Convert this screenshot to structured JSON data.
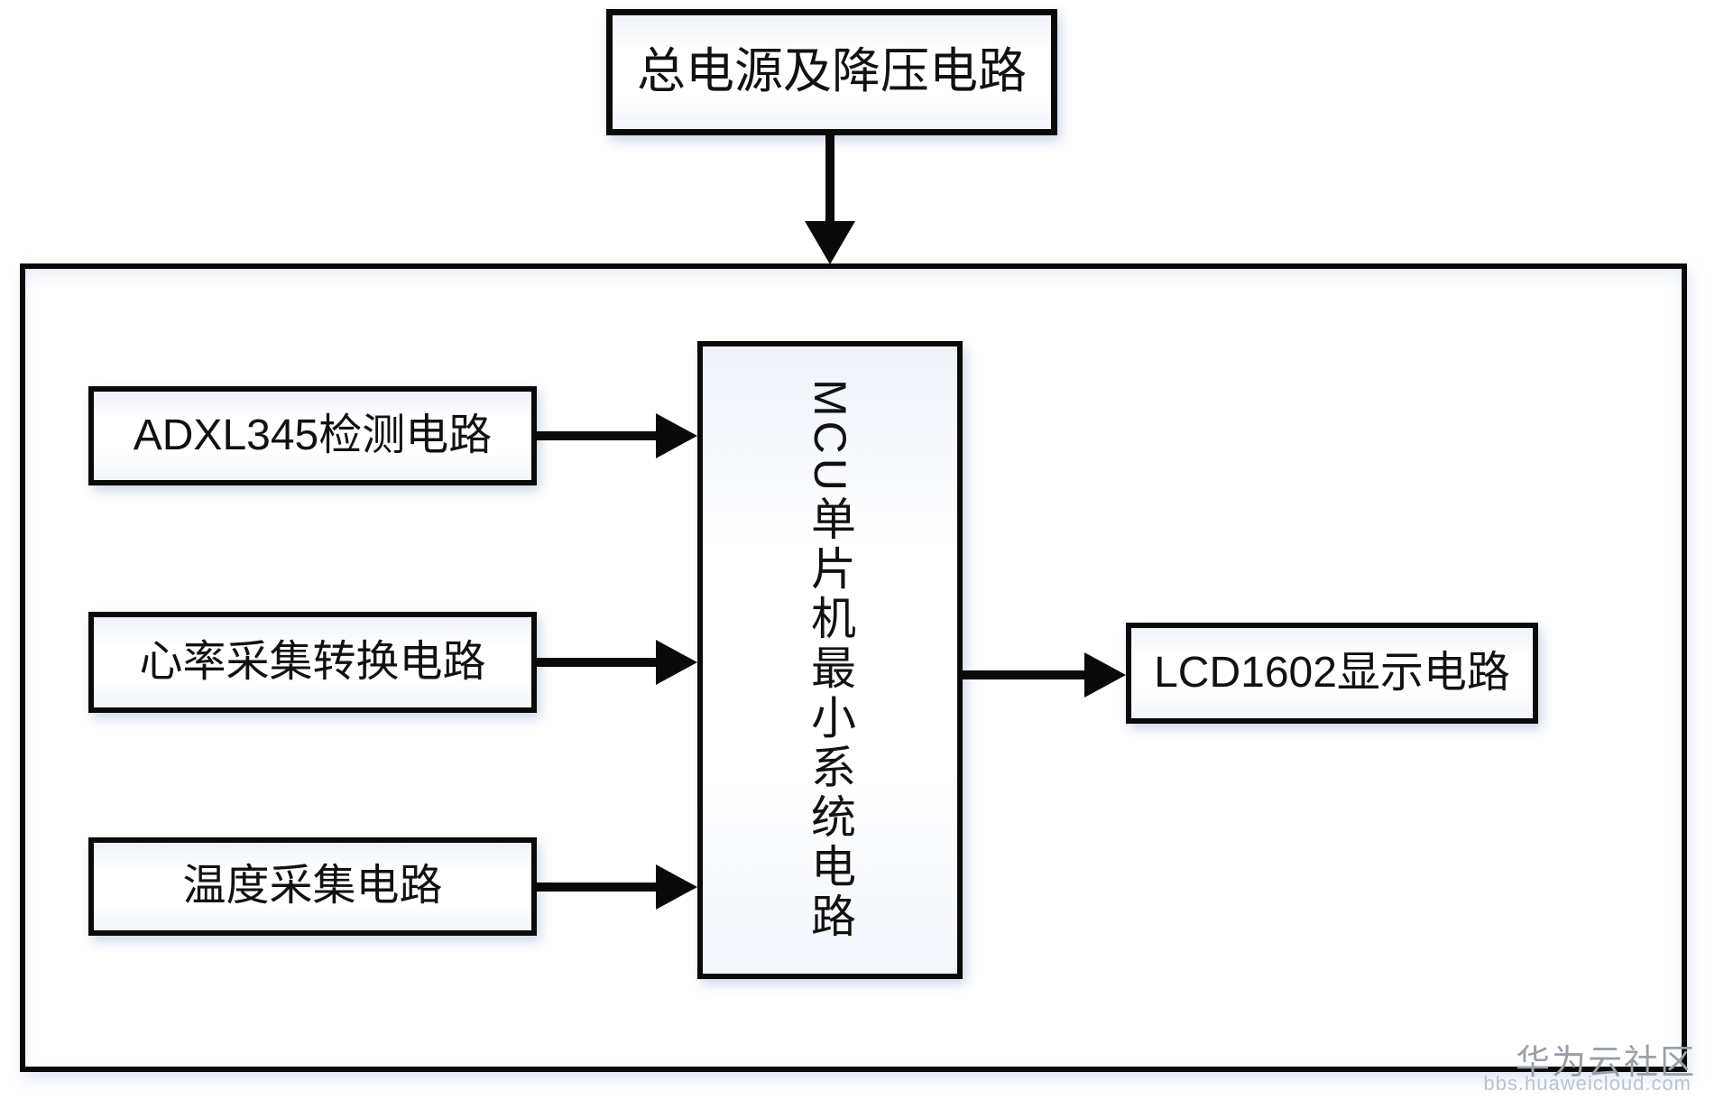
{
  "diagram": {
    "nodes": {
      "power": {
        "label": "总电源及降压电路"
      },
      "adxl": {
        "label": "ADXL345检测电路"
      },
      "heart": {
        "label": "心率采集转换电路"
      },
      "temp": {
        "label": "温度采集电路"
      },
      "mcu": {
        "label": "MCU单片机最小系统电路"
      },
      "lcd": {
        "label": "LCD1602显示电路"
      }
    },
    "edges": [
      {
        "from": "power",
        "to": "system-boundary",
        "direction": "down"
      },
      {
        "from": "adxl",
        "to": "mcu",
        "direction": "right"
      },
      {
        "from": "heart",
        "to": "mcu",
        "direction": "right"
      },
      {
        "from": "temp",
        "to": "mcu",
        "direction": "right"
      },
      {
        "from": "mcu",
        "to": "lcd",
        "direction": "right"
      }
    ],
    "colors": {
      "line": "#0a0a0a",
      "text": "#111111",
      "box_fill": "#ffffff",
      "watermark_title": "#9aa0a8",
      "watermark_url": "#b9c3cf"
    },
    "watermark": {
      "title": "华为云社区",
      "url": "bbs.huaweicloud.com"
    }
  }
}
